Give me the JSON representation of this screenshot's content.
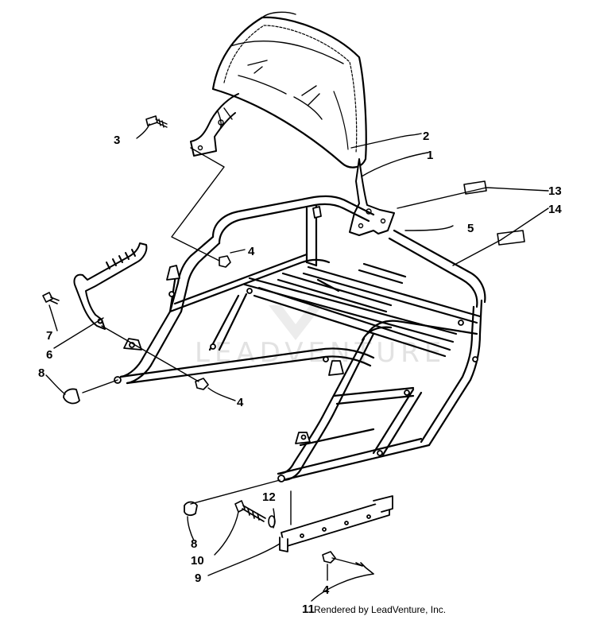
{
  "watermark": "LEADVENTURE",
  "credit": "Rendered by LeadVenture, Inc.",
  "callouts": {
    "c1": "1",
    "c2": "2",
    "c3": "3",
    "c4a": "4",
    "c4b": "4",
    "c4c": "4",
    "c5": "5",
    "c6": "6",
    "c7": "7",
    "c8a": "8",
    "c8b": "8",
    "c9": "9",
    "c10": "10",
    "c11": "11",
    "c12": "12",
    "c13": "13",
    "c14": "14"
  }
}
